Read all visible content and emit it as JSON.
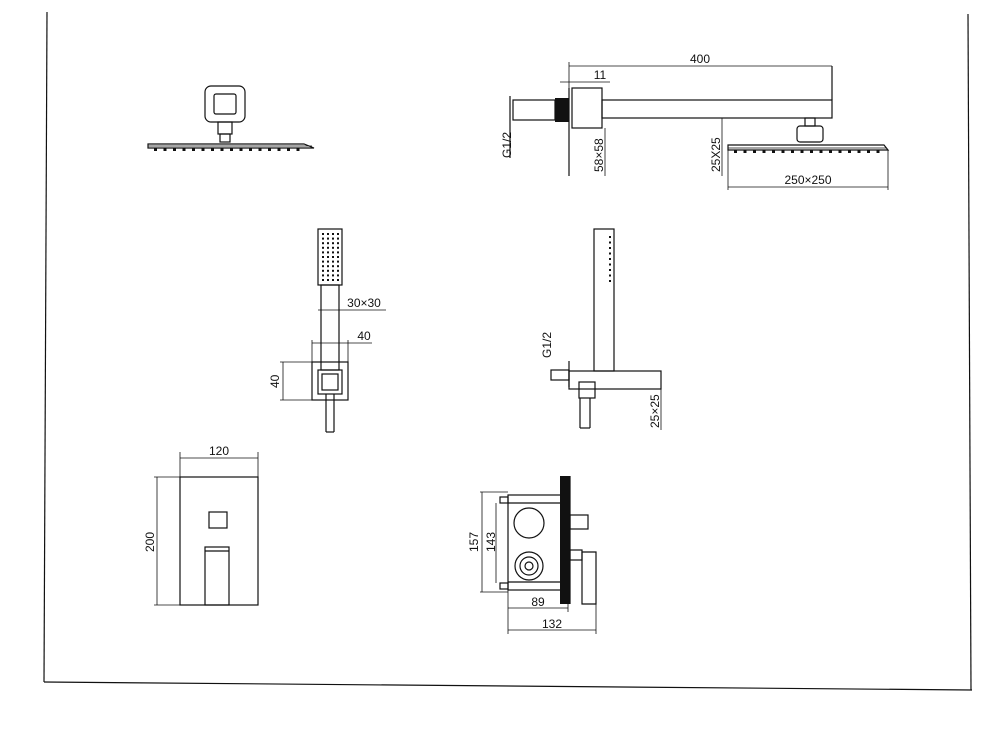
{
  "dimensions": {
    "arm_length": "400",
    "arm_offset": "11",
    "thread_left": "G1/2",
    "flange_size": "58×58",
    "arm_section": "25X25",
    "head_size": "250×250",
    "handle_section": "30×30",
    "holder_width": "40",
    "holder_height": "40",
    "thread_right": "G1/2",
    "rail_section": "25×25",
    "plate_width": "120",
    "plate_height": "200",
    "valve_height_outer": "157",
    "valve_height_inner": "143",
    "valve_depth_inner": "89",
    "valve_depth_outer": "132"
  },
  "colors": {
    "ink": "#111111",
    "paper": "#ffffff"
  }
}
